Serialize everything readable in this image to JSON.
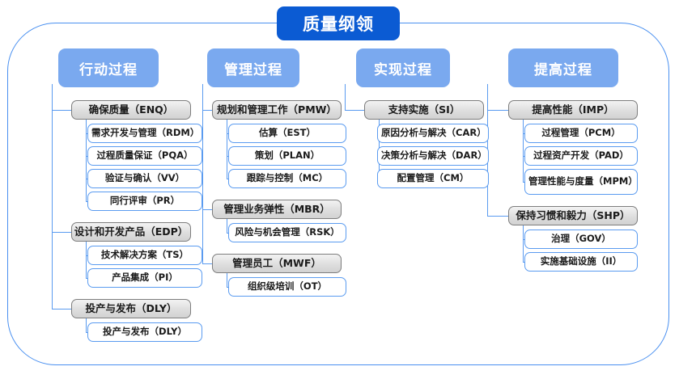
{
  "diagram": {
    "title": "质量纲领",
    "title_color": "#0b5bd3",
    "header_color": "#7aa9ef",
    "frame_color": "#4a90f0",
    "leaf_border_color": "#5a9bf0",
    "group_border_color": "#7d7d7d"
  },
  "columns": [
    {
      "header": "行动过程",
      "groups": [
        {
          "label": "确保质量（ENQ）",
          "items": [
            "需求开发与管理（RDM）",
            "过程质量保证（PQA）",
            "验证与确认（VV）",
            "同行评审（PR）"
          ]
        },
        {
          "label": "设计和开发产品（EDP）",
          "items": [
            "技术解决方案（TS）",
            "产品集成（PI）"
          ]
        },
        {
          "label": "投产与发布（DLY）",
          "items": [
            "投产与发布（DLY）"
          ]
        }
      ]
    },
    {
      "header": "管理过程",
      "groups": [
        {
          "label": "规划和管理工作（PMW）",
          "items": [
            "估算（EST）",
            "策划（PLAN）",
            "跟踪与控制（MC）"
          ]
        },
        {
          "label": "管理业务弹性（MBR）",
          "items": [
            "风险与机会管理（RSK）"
          ]
        },
        {
          "label": "管理员工（MWF）",
          "items": [
            "组织级培训（OT）"
          ]
        }
      ]
    },
    {
      "header": "实现过程",
      "groups": [
        {
          "label": "支持实施（SI）",
          "items": [
            "原因分析与解决（CAR）",
            "决策分析与解决（DAR）",
            "配置管理（CM）"
          ]
        }
      ]
    },
    {
      "header": "提高过程",
      "groups": [
        {
          "label": "提高性能（IMP）",
          "items": [
            "过程管理（PCM）",
            "过程资产开发（PAD）",
            "管理性能与度量（MPM）"
          ]
        },
        {
          "label": "保持习惯和毅力（SHP）",
          "items": [
            "治理（GOV）",
            "实施基础设施（II）"
          ]
        }
      ]
    }
  ]
}
